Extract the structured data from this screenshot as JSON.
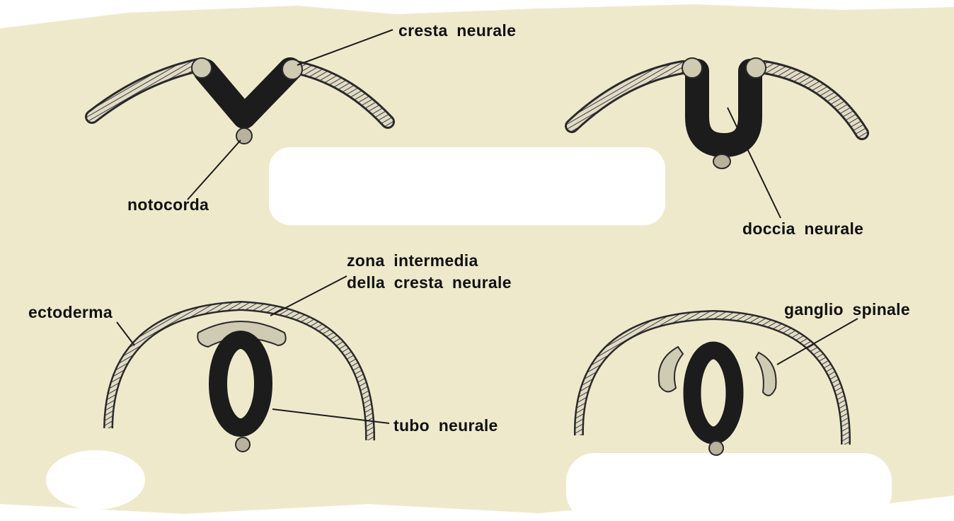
{
  "labels": {
    "cresta_neurale": "cresta neurale",
    "notocorda": "notocorda",
    "doccia_neurale": "doccia neurale",
    "zona_intermedia_line1": "zona intermedia",
    "zona_intermedia_line2": "della cresta neurale",
    "ectoderma": "ectoderma",
    "tubo_neurale": "tubo neurale",
    "ganglio_spinale": "ganglio spinale"
  },
  "colors": {
    "paper": "#efe9cc",
    "ink": "#1c1c1c",
    "ectoderm_fill": "#d8d2bc",
    "crest_fill": "#cfcab2"
  }
}
